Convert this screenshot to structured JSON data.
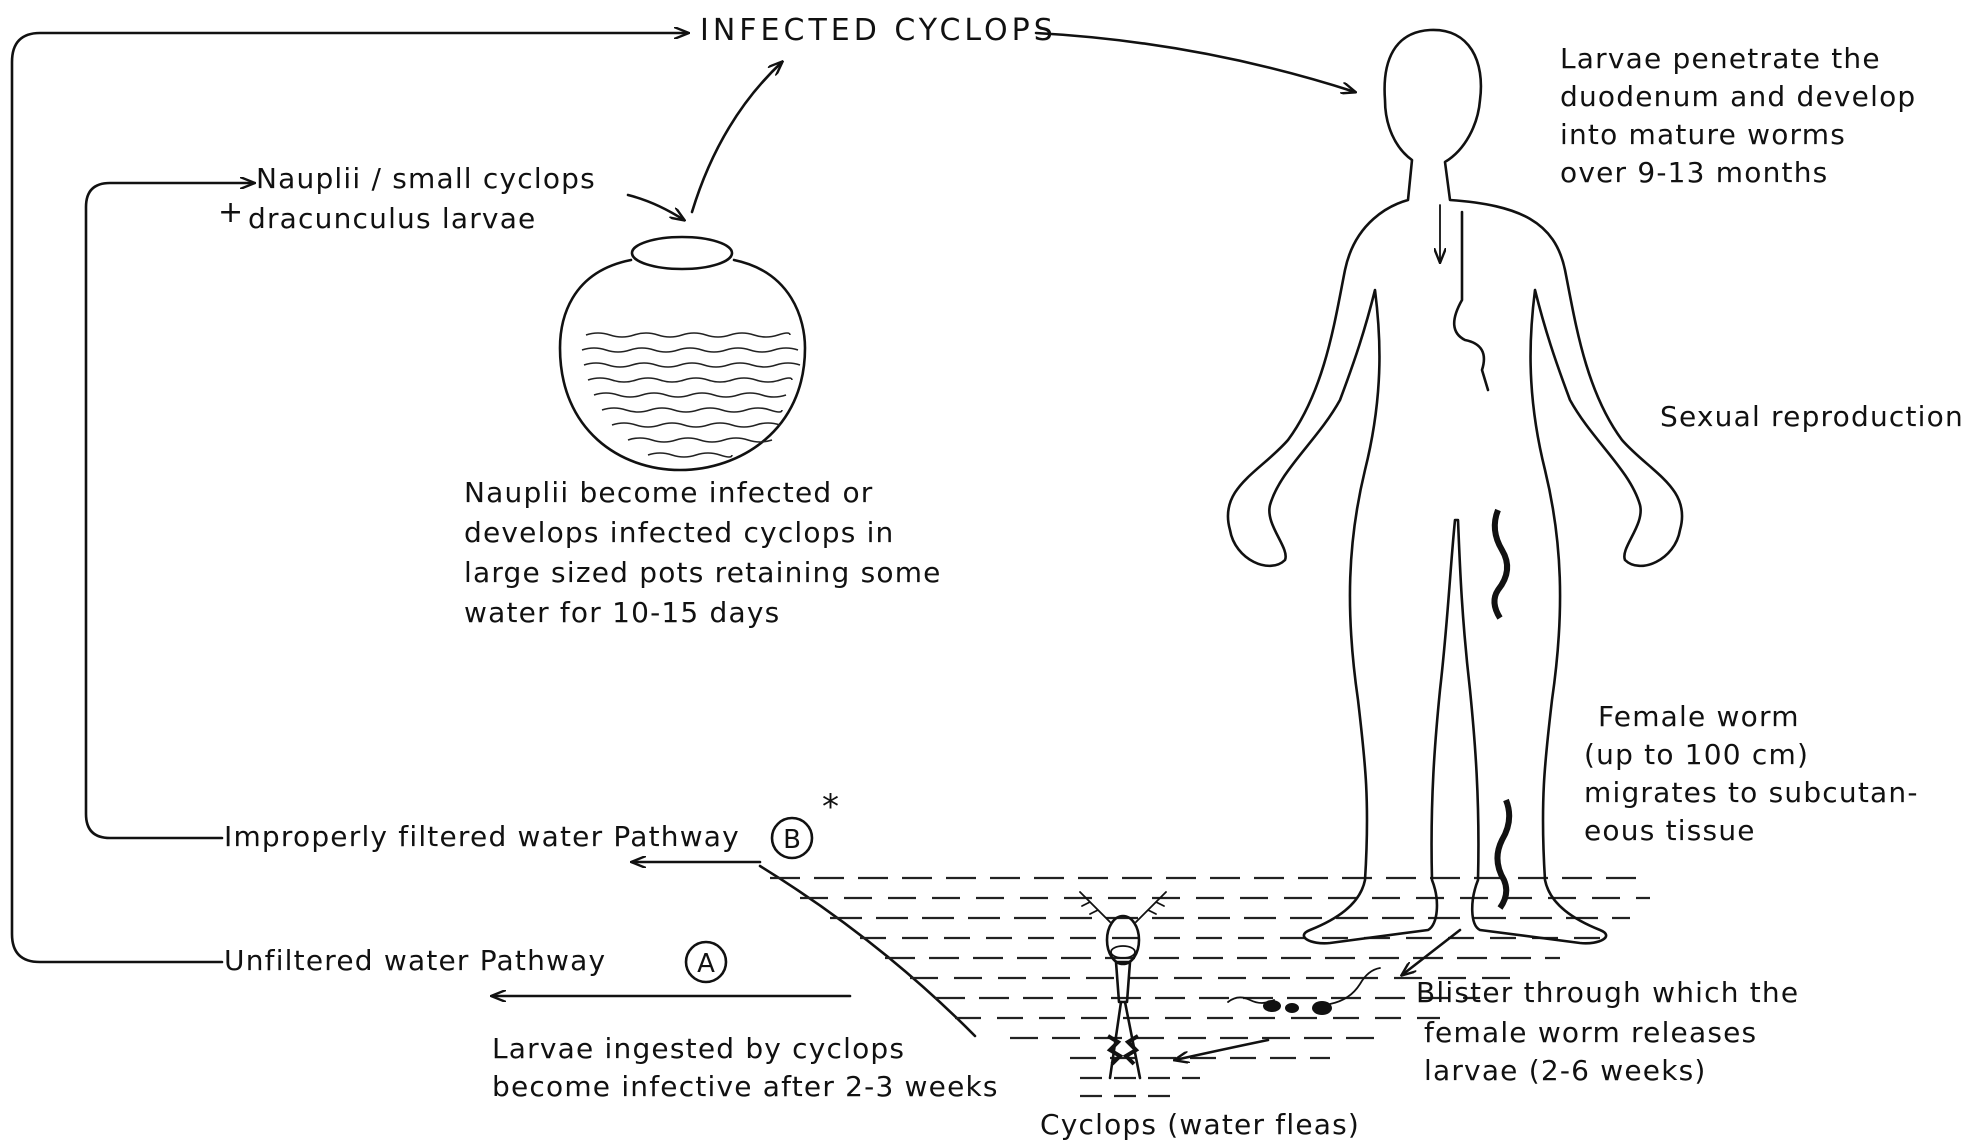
{
  "title": "INFECTED CYCLOPS",
  "human": {
    "larvae_note": [
      "Larvae penetrate the",
      "duodenum and develop",
      "into mature worms",
      "over 9-13 months"
    ],
    "sexual": "Sexual reproduction",
    "female_worm": [
      "Female worm",
      "(up to 100 cm)",
      "migrates to subcutan-",
      "eous tissue"
    ]
  },
  "nauplii": {
    "line1": "Nauplii / small cyclops",
    "plus": "+",
    "line2": "dracunculus larvae"
  },
  "pot_note": [
    "Nauplii become infected or",
    "develops infected cyclops in",
    "large sized pots retaining some",
    "water for 10-15 days"
  ],
  "pathway_b": {
    "label": "Improperly filtered water  Pathway",
    "letter": "B",
    "star": "*"
  },
  "pathway_a": {
    "label": "Unfiltered water  Pathway",
    "letter": "A"
  },
  "ingested": [
    "Larvae ingested by cyclops",
    "become infective after 2-3 weeks"
  ],
  "cyclops_label": "Cyclops (water fleas)",
  "blister": [
    "Blister through which the",
    "female worm releases",
    "larvae (2-6 weeks)"
  ]
}
